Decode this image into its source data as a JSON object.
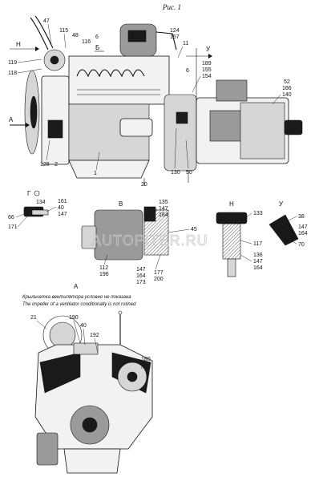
{
  "title": "Рис. 1",
  "watermark": "AUTOPITER.RU",
  "views": {
    "main_arrow_a": "A",
    "main_arrow_b": "Б",
    "main_arrow_n": "Н",
    "main_arrow_u": "У",
    "g_label": "Г",
    "v_label": "В",
    "n_label": "Н",
    "u_label": "У",
    "a_label": "A"
  },
  "note_ru": "Крыльчатка вентилятора условно не показана",
  "note_en": "The impeller of a ventilator conditionally is not rotined",
  "callouts": {
    "main": [
      "47",
      "115",
      "48",
      "6",
      "116",
      "124",
      "157",
      "11",
      "119",
      "118",
      "189",
      "155",
      "154",
      "6",
      "52",
      "166",
      "140",
      "128",
      "2",
      "1",
      "20",
      "130",
      "50"
    ],
    "view_g": [
      "134",
      "161",
      "40",
      "147",
      "66",
      "171"
    ],
    "view_v": [
      "135",
      "147",
      "164",
      "45",
      "112",
      "196",
      "147",
      "164",
      "173",
      "177",
      "200"
    ],
    "view_n": [
      "133",
      "117",
      "136",
      "147",
      "164"
    ],
    "view_u": [
      "38",
      "147",
      "164",
      "70"
    ],
    "view_a": [
      "21",
      "190",
      "40",
      "192",
      "180"
    ]
  }
}
